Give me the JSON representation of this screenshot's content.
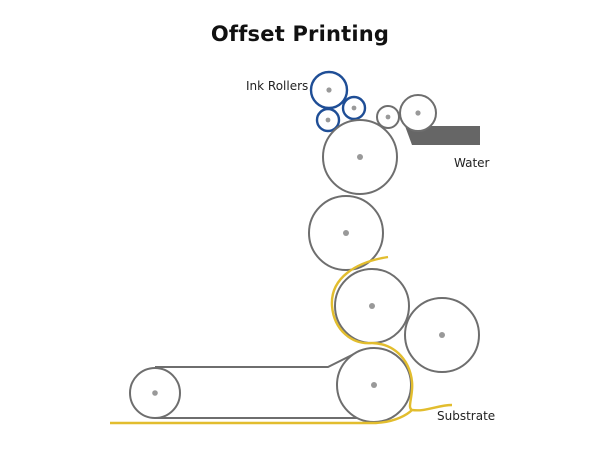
{
  "title": "Offset Printing",
  "labels": {
    "ink_rollers": "Ink Rollers",
    "water": "Water",
    "substrate": "Substrate"
  },
  "colors": {
    "roller": "#6e6e6e",
    "ink_roller": "#1f4e96",
    "substrate": "#e2bd2e",
    "water_tray": "#666666",
    "axle": "#999999"
  }
}
